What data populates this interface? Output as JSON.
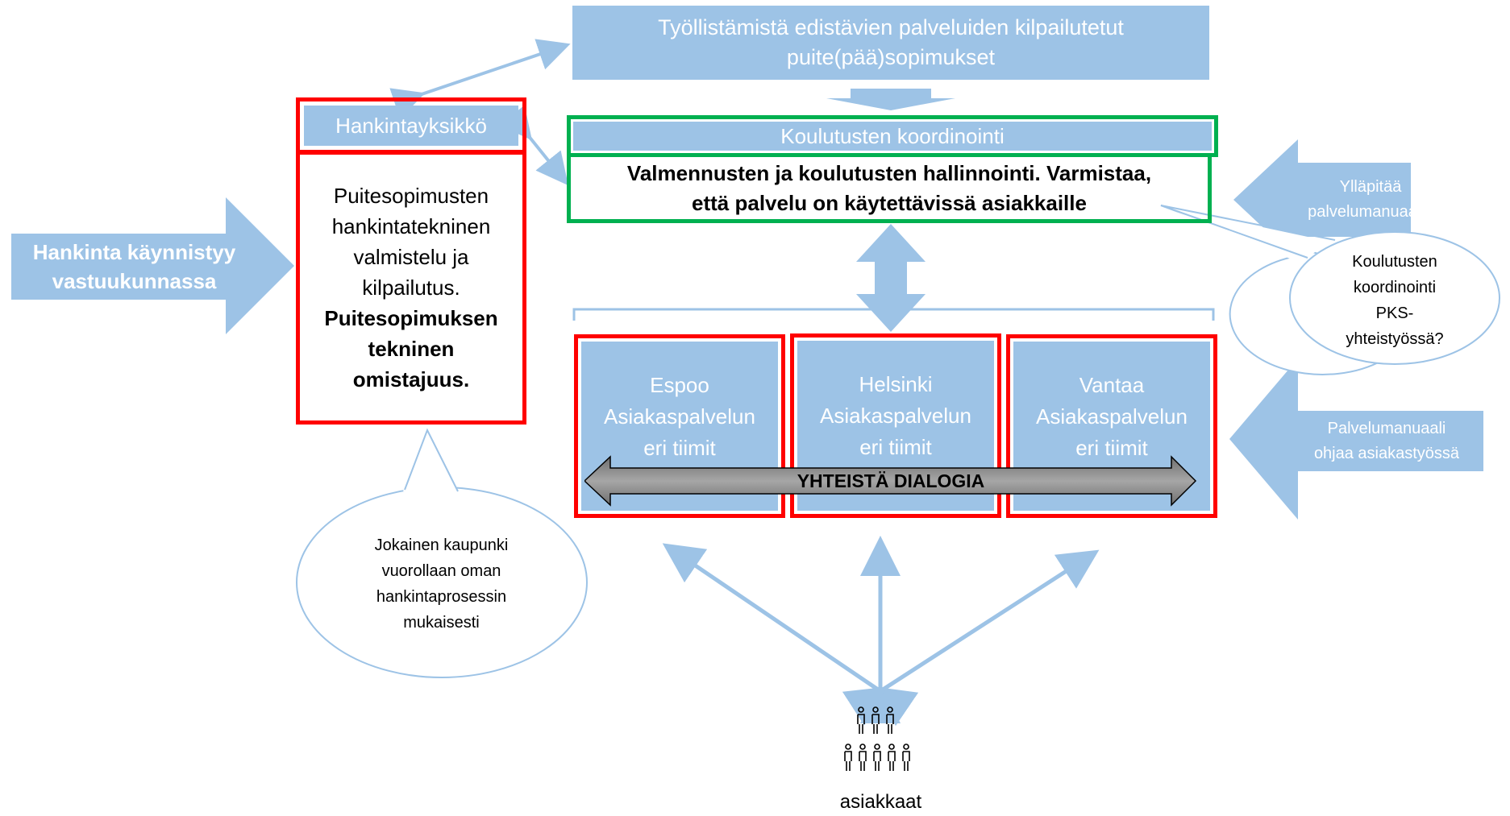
{
  "top_box": {
    "line1": "Työllistämistä edistävien palveluiden kilpailutetut",
    "line2": "puite(pää)sopimukset"
  },
  "left_arrow": {
    "line1": "Hankinta käynnistyy",
    "line2": "vastuukunnassa"
  },
  "procurement": {
    "header": "Hankintayksikkö",
    "body_lines": [
      "Puitesopimusten",
      "hankintatekninen",
      "valmistelu ja",
      "kilpailutus."
    ],
    "bold_lines": [
      "Puitesopimuksen",
      "tekninen",
      "omistajuus."
    ]
  },
  "coordination": {
    "header": "Koulutusten  koordinointi",
    "body_line1": "Valmennusten ja koulutusten hallinnointi. Varmistaa,",
    "body_line2": "että palvelu on käytettävissä asiakkaille"
  },
  "right_arrows": {
    "top": {
      "line1": "Ylläpitää",
      "line2": "palvelumanuaalia"
    },
    "bottom": {
      "line1": "Palvelumanuaali",
      "line2": "ohjaa asiakastyössä"
    }
  },
  "callout_right": {
    "lines": [
      "Koulutusten",
      "koordinointi",
      "PKS-",
      "yhteistyössä?"
    ]
  },
  "callout_left": {
    "lines": [
      "Jokainen kaupunki",
      "vuorollaan oman",
      "hankintaprosessin",
      "mukaisesti"
    ]
  },
  "cities": [
    {
      "name": "Espoo",
      "line2": "Asiakaspalvelun",
      "line3": "eri tiimit"
    },
    {
      "name": "Helsinki",
      "line2": "Asiakaspalvelun",
      "line3": "eri tiimit"
    },
    {
      "name": "Vantaa",
      "line2": "Asiakaspalvelun",
      "line3": "eri tiimit"
    }
  ],
  "dialog_arrow": "YHTEISTÄ DIALOGIA",
  "customers": {
    "label": "asiakkaat",
    "icon": "people-group-icon"
  },
  "colors": {
    "blue": "#9dc3e6",
    "red": "#ff0000",
    "green": "#00b050",
    "grey": "#8c8c8c"
  }
}
